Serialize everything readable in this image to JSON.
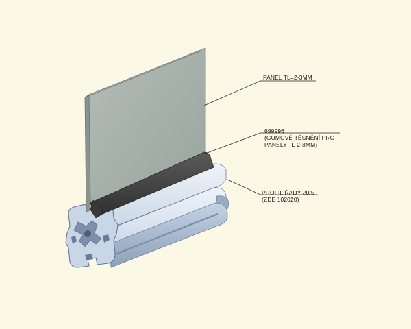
{
  "background_color": "#fbf8e6",
  "colors": {
    "panel_face": "#a8b2ac",
    "panel_edge": "#7f8985",
    "gasket": "#4a4a4a",
    "profile_light": "#dfe8f3",
    "profile_mid": "#b7c7db",
    "profile_dark": "#7f90aa",
    "leader_line": "#222222"
  },
  "callouts": {
    "panel": {
      "lines": [
        "PANEL TL=2-3MM"
      ]
    },
    "gasket": {
      "lines": [
        "699996",
        "(GUMOVÉ TĚSNĚNÍ PRO",
        "PANELY TL 2-3MM)"
      ]
    },
    "profile": {
      "lines": [
        "PROFIL ŘADY 20/5",
        "(ZDE 102020)"
      ]
    }
  }
}
